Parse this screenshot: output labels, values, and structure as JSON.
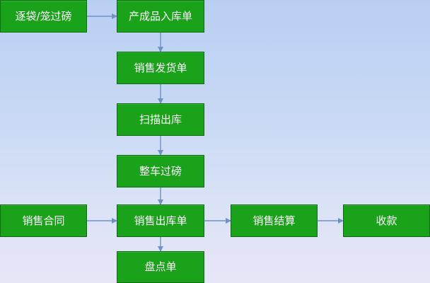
{
  "diagram": {
    "nodes": {
      "weighing_bags": {
        "label": "逐袋/笼过磅"
      },
      "production_receipt": {
        "label": "产成品入库单"
      },
      "sales_delivery_note": {
        "label": "销售发货单"
      },
      "scan_outbound": {
        "label": "扫描出库"
      },
      "whole_vehicle_weighing": {
        "label": "整车过磅"
      },
      "sales_contract": {
        "label": "销售合同"
      },
      "sales_outbound_note": {
        "label": "销售出库单"
      },
      "sales_settlement": {
        "label": "销售结算"
      },
      "collection": {
        "label": "收款"
      },
      "inventory_count": {
        "label": "盘点单"
      }
    },
    "edges": [
      {
        "from": "weighing_bags",
        "to": "production_receipt"
      },
      {
        "from": "production_receipt",
        "to": "sales_delivery_note"
      },
      {
        "from": "sales_delivery_note",
        "to": "scan_outbound"
      },
      {
        "from": "scan_outbound",
        "to": "whole_vehicle_weighing"
      },
      {
        "from": "whole_vehicle_weighing",
        "to": "sales_outbound_note"
      },
      {
        "from": "sales_contract",
        "to": "sales_outbound_note"
      },
      {
        "from": "sales_outbound_note",
        "to": "sales_settlement"
      },
      {
        "from": "sales_settlement",
        "to": "collection"
      },
      {
        "from": "sales_outbound_note",
        "to": "inventory_count"
      }
    ],
    "colors": {
      "node_fill": "#1aa31a",
      "node_border": "#0d6e0d",
      "node_text": "#ffffff",
      "connector": "#6f91c5",
      "background_top": "#b9cff2",
      "background_bottom": "#e7e6f6"
    }
  }
}
